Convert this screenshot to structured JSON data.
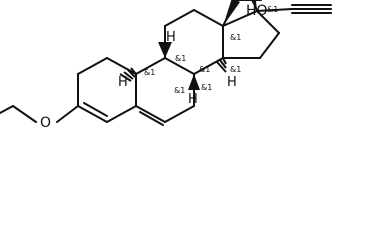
{
  "molecule": {
    "labels": {
      "hydroxyl": "HO",
      "ether_oxygen": "O",
      "h_c8": "H",
      "h_c9": "H",
      "h_c14": "H",
      "h_c10": "H"
    },
    "stereo_tags": {
      "c17": "&1",
      "c13": "&1",
      "c14": "&1",
      "c8": "&1",
      "c9": "&1",
      "c10": "&1",
      "c8b": "&1",
      "c9b": "&1"
    }
  }
}
